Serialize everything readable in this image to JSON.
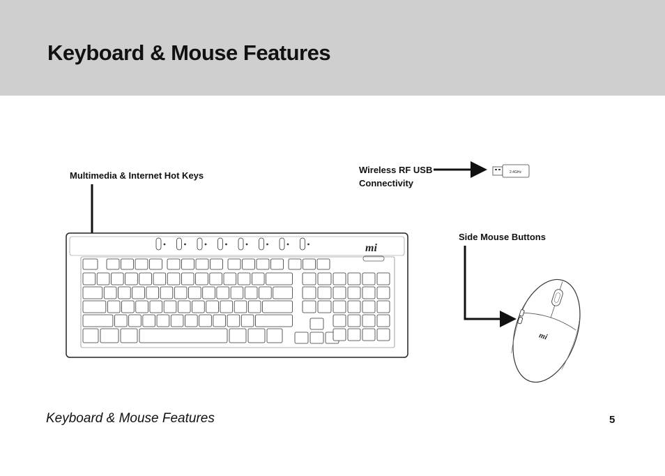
{
  "page": {
    "title": "Keyboard & Mouse Features",
    "footer_title": "Keyboard & Mouse Features",
    "page_number": "5"
  },
  "callouts": {
    "hotkeys": "Multimedia & Internet Hot Keys",
    "wireless_line1": "Wireless RF USB",
    "wireless_line2": "Connectivity",
    "side_buttons": "Side Mouse Buttons"
  },
  "usb_dongle": {
    "label": "2.4GHz"
  },
  "colors": {
    "header_band": "#cfcfcf",
    "ink": "#111111"
  },
  "icons": [
    "keyboard-illustration",
    "mouse-illustration",
    "usb-dongle-illustration",
    "callout-arrow-icon",
    "windows-key-icon",
    "mi-logo"
  ]
}
